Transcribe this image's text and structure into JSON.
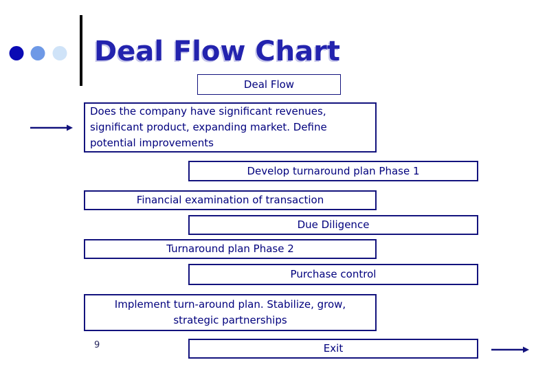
{
  "slide": {
    "title": "Deal Flow Chart",
    "page_number": "9"
  },
  "colors": {
    "title_text": "#2323ae",
    "title_shadow": "#c7c7ea",
    "box_border": "#12127d",
    "box_text": "#00007d",
    "arrow": "#12127d",
    "divider_line": "#000000",
    "bullet_dark": "#0a0ab4",
    "bullet_medium": "#6e99e6",
    "bullet_light": "#cfe3f8"
  },
  "flowchart": {
    "boxes": [
      {
        "name": "deal-flow",
        "lines": [
          "Deal Flow"
        ]
      },
      {
        "name": "screening-criteria",
        "lines": [
          "Does the company have significant revenues,",
          "significant product, expanding market. Define",
          "potential improvements"
        ]
      },
      {
        "name": "turnaround-plan-phase-1",
        "lines": [
          "Develop turnaround plan Phase 1"
        ]
      },
      {
        "name": "financial-examination",
        "lines": [
          "Financial examination of transaction"
        ]
      },
      {
        "name": "due-diligence",
        "lines": [
          "Due Diligence"
        ]
      },
      {
        "name": "turnaround-plan-phase-2",
        "lines": [
          "Turnaround plan Phase 2"
        ]
      },
      {
        "name": "purchase-control",
        "lines": [
          "Purchase control"
        ]
      },
      {
        "name": "implement-plan",
        "lines": [
          "Implement turn-around plan. Stabilize, grow,",
          "strategic partnerships"
        ]
      },
      {
        "name": "exit",
        "lines": [
          "Exit"
        ]
      }
    ]
  }
}
